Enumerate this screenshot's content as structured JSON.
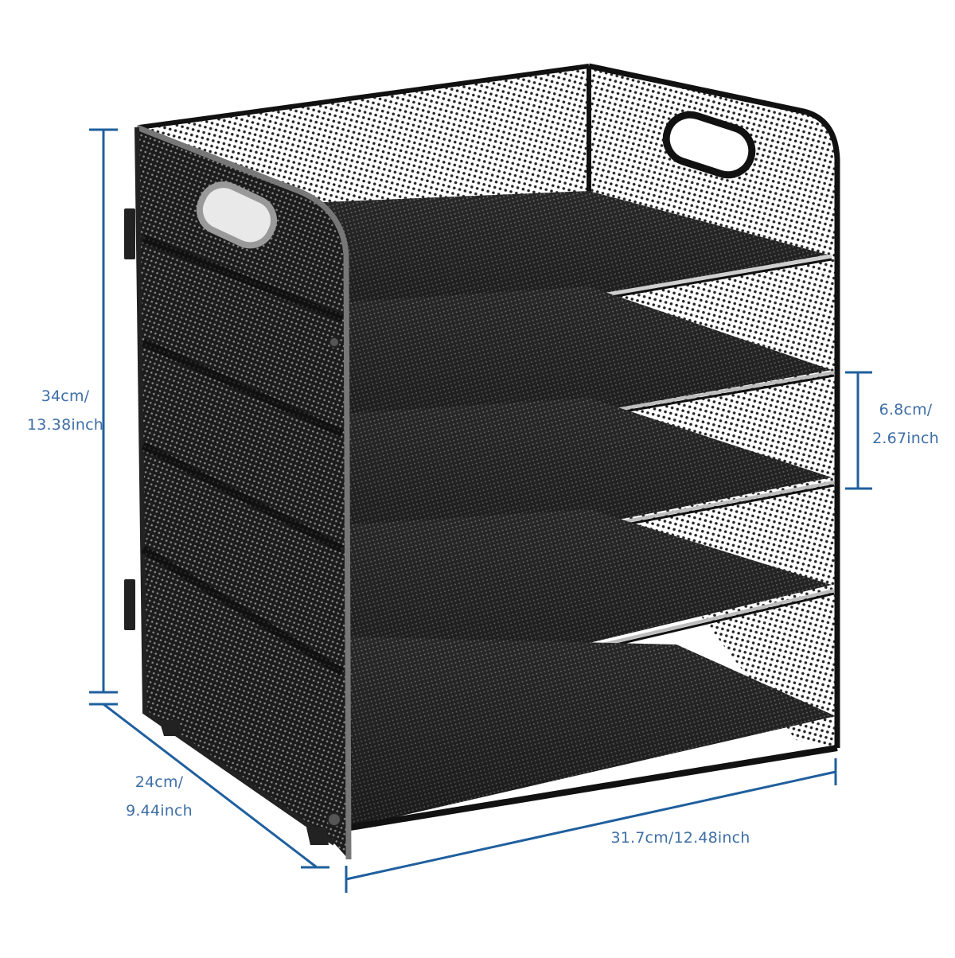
{
  "product": {
    "name": "5-tier mesh desk file organizer",
    "color": "#1a1a1a",
    "tiers": 5
  },
  "dimensions": {
    "line_color": "#1f5f9e",
    "text_color": "#3e6ea6",
    "height": {
      "line1": "34cm/",
      "line2": "13.38inch"
    },
    "tier_gap": {
      "line1": "6.8cm/",
      "line2": "2.67inch"
    },
    "depth": {
      "line1": "24cm/",
      "line2": "9.44inch"
    },
    "width": {
      "line1": "31.7cm/12.48inch"
    }
  }
}
